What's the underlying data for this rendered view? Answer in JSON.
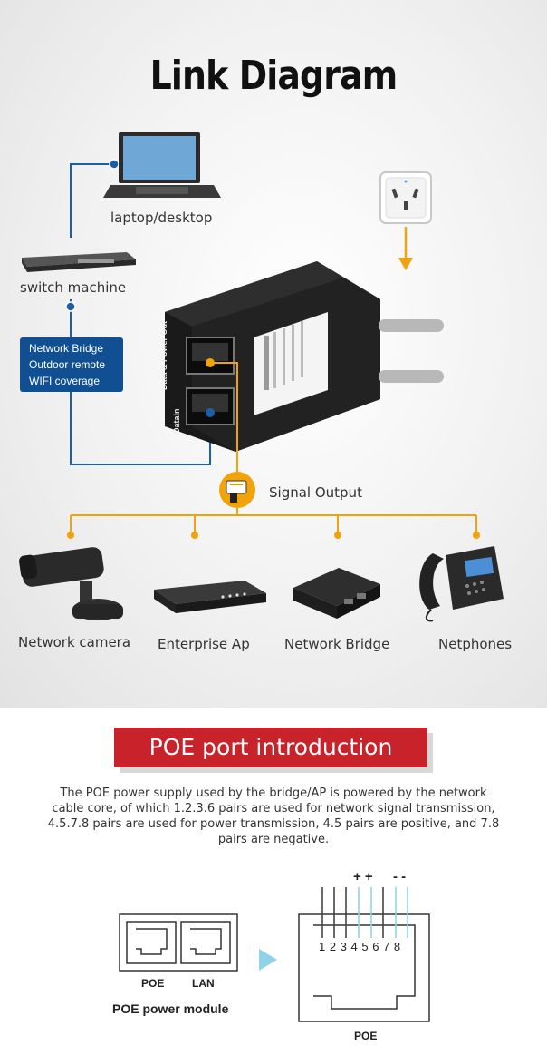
{
  "title": "Link Diagram",
  "devices": {
    "laptop": "laptop/desktop",
    "switch": "switch machine",
    "bridge_box": [
      "Network Bridge",
      "Outdoor remote",
      "WIFI coverage"
    ],
    "signal_output": "Signal Output",
    "camera": "Network camera",
    "enterprise_ap": "Enterprise Ap",
    "network_bridge": "Network Bridge",
    "netphones": "Netphones"
  },
  "injector": {
    "port_top": "Data & Power Out",
    "port_bottom": "Datain"
  },
  "section": {
    "banner": "POE port introduction",
    "description": "The POE power supply used by the bridge/AP is powered by the network cable core, of which 1.2.3.6 pairs are used for network signal transmission, 4.5.7.8 pairs are used for power transmission, 4.5 pairs are positive, and 7.8 pairs are negative."
  },
  "module": {
    "poe_label": "POE",
    "lan_label": "LAN",
    "caption": "POE power module"
  },
  "pinout": {
    "pins": "1 2 3 4 5 6 7 8",
    "plus": "+ +",
    "minus": "- -",
    "caption": "POE"
  },
  "colors": {
    "blue_line": "#1c5fa8",
    "orange_line": "#f0a30a",
    "banner_red": "#c8222b",
    "pin_cyan": "#8fd3e8"
  }
}
